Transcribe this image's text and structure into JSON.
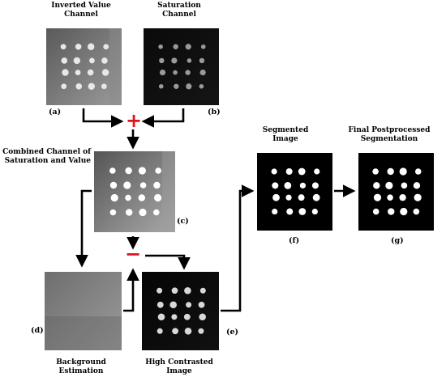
{
  "panels": {
    "a": {
      "tag": "(a)",
      "title": "Inverted Value\nChannel"
    },
    "b": {
      "tag": "(b)",
      "title": "Saturation\nChannel"
    },
    "c": {
      "tag": "(c)",
      "title": "Combined Channel of\nSaturation and Value"
    },
    "d": {
      "tag": "(d)",
      "title": "Background\nEstimation"
    },
    "e": {
      "tag": "(e)",
      "title": "High Contrasted\nImage"
    },
    "f": {
      "tag": "(f)",
      "title": "Segmented\nImage"
    },
    "g": {
      "tag": "(g)",
      "title": "Final Postprocessed\nSegmentation"
    }
  },
  "operators": {
    "add": "+",
    "subtract": "−"
  },
  "colors": {
    "operator": "#e0141b",
    "arrow": "#000000"
  }
}
